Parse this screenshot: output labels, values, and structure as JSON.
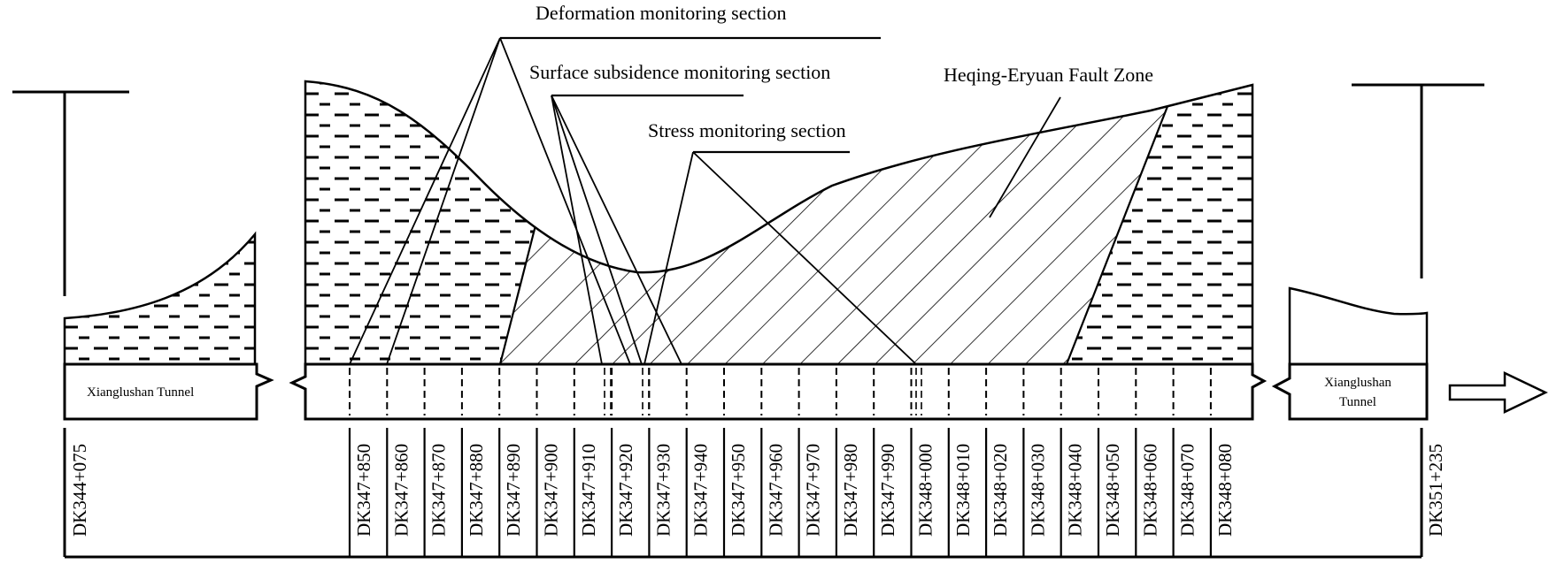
{
  "callouts": {
    "deformation": "Deformation monitoring section",
    "subsidence": "Surface subsidence monitoring section",
    "stress": "Stress monitoring section",
    "fault": "Heqing-Eryuan Fault Zone"
  },
  "tunnel": {
    "left_label": "Xianglushan Tunnel",
    "right_label_line1": "Xianglushan",
    "right_label_line2": "Tunnel"
  },
  "stations": {
    "start": "DK344+075",
    "end": "DK351+235",
    "list": [
      "DK347+850",
      "DK347+860",
      "DK347+870",
      "DK347+880",
      "DK347+890",
      "DK347+900",
      "DK347+910",
      "DK347+920",
      "DK347+930",
      "DK347+940",
      "DK347+950",
      "DK347+960",
      "DK347+970",
      "DK347+980",
      "DK347+990",
      "DK348+000",
      "DK348+010",
      "DK348+020",
      "DK348+030",
      "DK348+040",
      "DK348+050",
      "DK348+060",
      "DK348+070",
      "DK348+080"
    ]
  }
}
